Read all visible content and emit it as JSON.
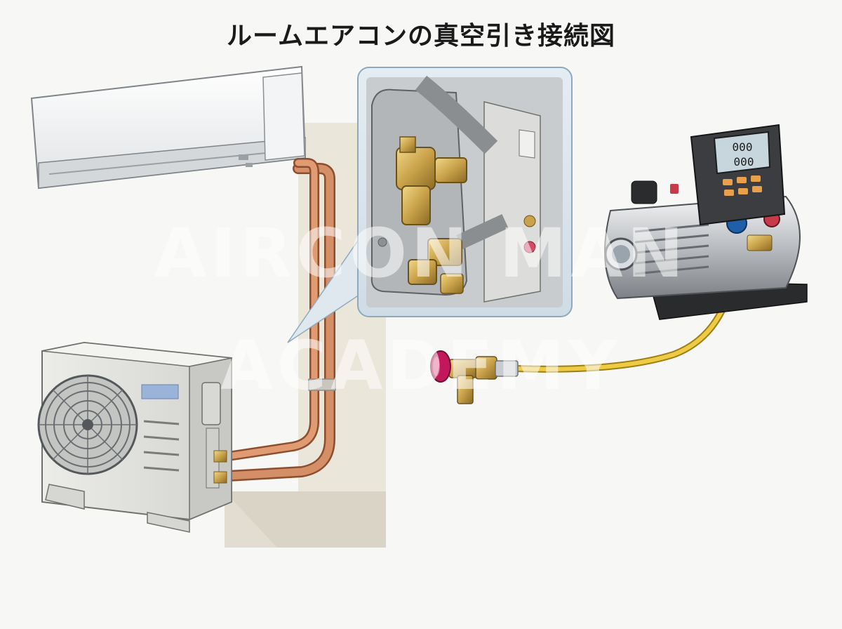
{
  "title": "ルームエアコンの真空引き接続図",
  "watermark": {
    "line1": "AIRCON MAN",
    "line2": "ACADEMY"
  },
  "gauge_display": {
    "row1": "000",
    "row2": "000"
  },
  "colors": {
    "copper": "#c9835a",
    "hose": "#e7c23c",
    "brass": "#c9a24a",
    "valve_knob": "#c2185b",
    "blue_knob": "#1e5fa8",
    "gauge_keys": "#e8a04a"
  }
}
